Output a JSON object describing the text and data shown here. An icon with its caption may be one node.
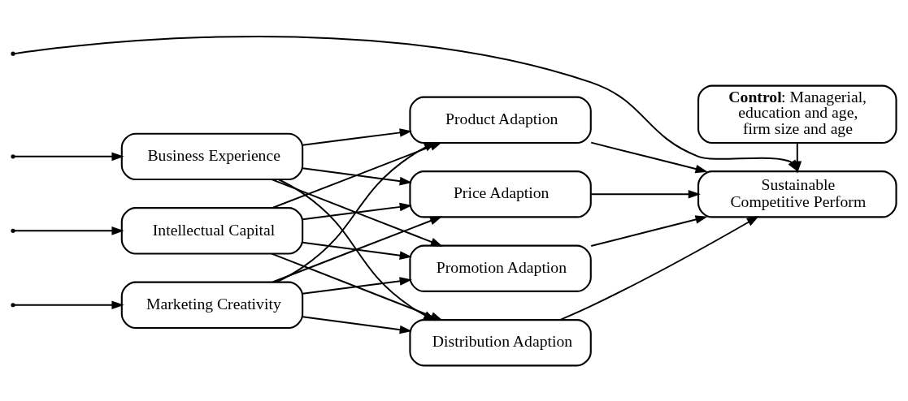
{
  "diagram": {
    "nodes": [
      {
        "text": [
          "Marketing Creativity"
        ]
      },
      {
        "text": [
          "Business Experience"
        ]
      },
      {
        "text": [
          "Intellectual Capital"
        ]
      },
      {
        "text": [
          "Product Adaption"
        ]
      },
      {
        "text": [
          "Price Adaption"
        ]
      },
      {
        "text": [
          "Promotion Adaption"
        ]
      },
      {
        "text": [
          "Distribution Adaption"
        ]
      },
      {
        "text": [
          "Sustainable Competitive Perform"
        ]
      },
      {
        "text": [
          "**Control**: Managerial, education and age, firm size and age"
        ]
      }
    ],
    "edges": [
      {
        "from": null,
        "to": 7,
        "arrow": "to"
      },
      {
        "from": null,
        "to": 0,
        "arrow": "to"
      },
      {
        "from": null,
        "to": 1,
        "arrow": "to"
      },
      {
        "from": null,
        "to": 2,
        "arrow": "to"
      },
      {
        "from": 0,
        "to": 3,
        "arrow": "to"
      },
      {
        "from": 0,
        "to": 4,
        "arrow": "to"
      },
      {
        "from": 0,
        "to": 5,
        "arrow": "to"
      },
      {
        "from": 0,
        "to": 6,
        "arrow": "to"
      },
      {
        "from": 1,
        "to": 3,
        "arrow": "to"
      },
      {
        "from": 1,
        "to": 4,
        "arrow": "to"
      },
      {
        "from": 1,
        "to": 5,
        "arrow": "to"
      },
      {
        "from": 1,
        "to": 6,
        "arrow": "to"
      },
      {
        "from": 2,
        "to": 3,
        "arrow": "to"
      },
      {
        "from": 2,
        "to": 4,
        "arrow": "to"
      },
      {
        "from": 2,
        "to": 5,
        "arrow": "to"
      },
      {
        "from": 2,
        "to": 6,
        "arrow": "to"
      },
      {
        "from": 3,
        "to": 7,
        "arrow": "to"
      },
      {
        "from": 4,
        "to": 7,
        "arrow": "to"
      },
      {
        "from": 5,
        "to": 7,
        "arrow": "to"
      },
      {
        "from": 6,
        "to": 7,
        "arrow": "to"
      },
      {
        "from": 8,
        "to": 7,
        "arrow": "to"
      }
    ]
  }
}
